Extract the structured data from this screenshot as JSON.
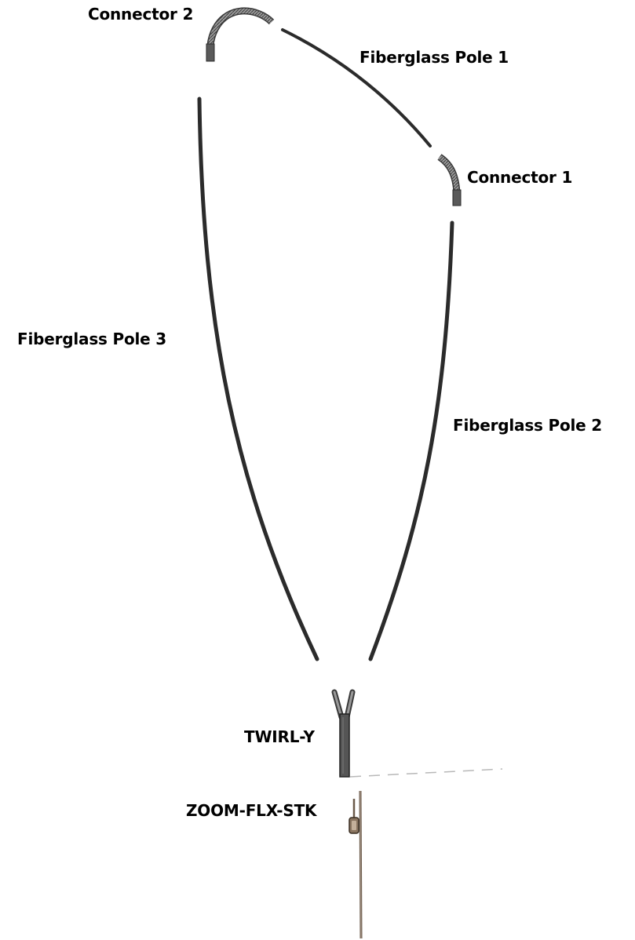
{
  "labels": {
    "connector_2": "Connector 2",
    "fiberglass_pole_1": "Fiberglass Pole 1",
    "connector_1": "Connector 1",
    "fiberglass_pole_3": "Fiberglass Pole 3",
    "fiberglass_pole_2": "Fiberglass Pole 2",
    "twirl_y": "TWIRL-Y",
    "zoom_flx_stk": "ZOOM-FLX-STK"
  },
  "colors": {
    "pole": "#2b2b2b",
    "connector": "#8a8a8a",
    "connector_texture": "#3a3a3a",
    "twirl_y": "#444444",
    "stake": "#6b5a4a",
    "dashed_line": "#b8b8b8"
  }
}
